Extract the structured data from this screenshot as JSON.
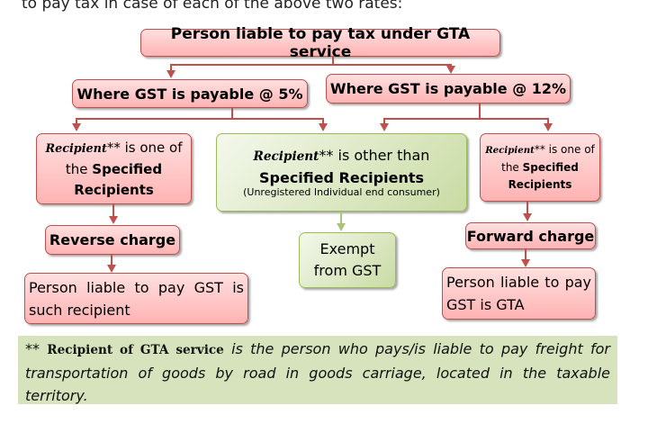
{
  "intro": "to pay tax in case of each of the above two rates:",
  "root": "Person liable to pay tax under GTA service",
  "rate5": "Where GST is payable @ 5%",
  "rate12": "Where GST is payable @ 12%",
  "left_recipient": {
    "word": "Recipient",
    "stars": "**",
    "rest1": " is one of the ",
    "bold": "Specified Recipients"
  },
  "middle_recipient": {
    "word": "Recipient",
    "stars": "**",
    "rest": " is other than",
    "bold": "Specified Recipients",
    "note": "(Unregistered Individual end consumer)"
  },
  "right_recipient": {
    "word": "Recipient",
    "stars": "**",
    "rest1": " is one of the ",
    "bold": "Specified Recipients"
  },
  "reverse": "Reverse charge",
  "exempt": "Exempt from GST",
  "forward": "Forward charge",
  "left_result": "Person liable to pay GST is such recipient",
  "right_result": "Person liable to pay GST is GTA",
  "footnote": {
    "stars": "** ",
    "term": "Recipient of GTA service",
    "text": " is the person who pays/is liable to pay freight for transportation of goods by road in goods carriage, located in the taxable territory."
  }
}
